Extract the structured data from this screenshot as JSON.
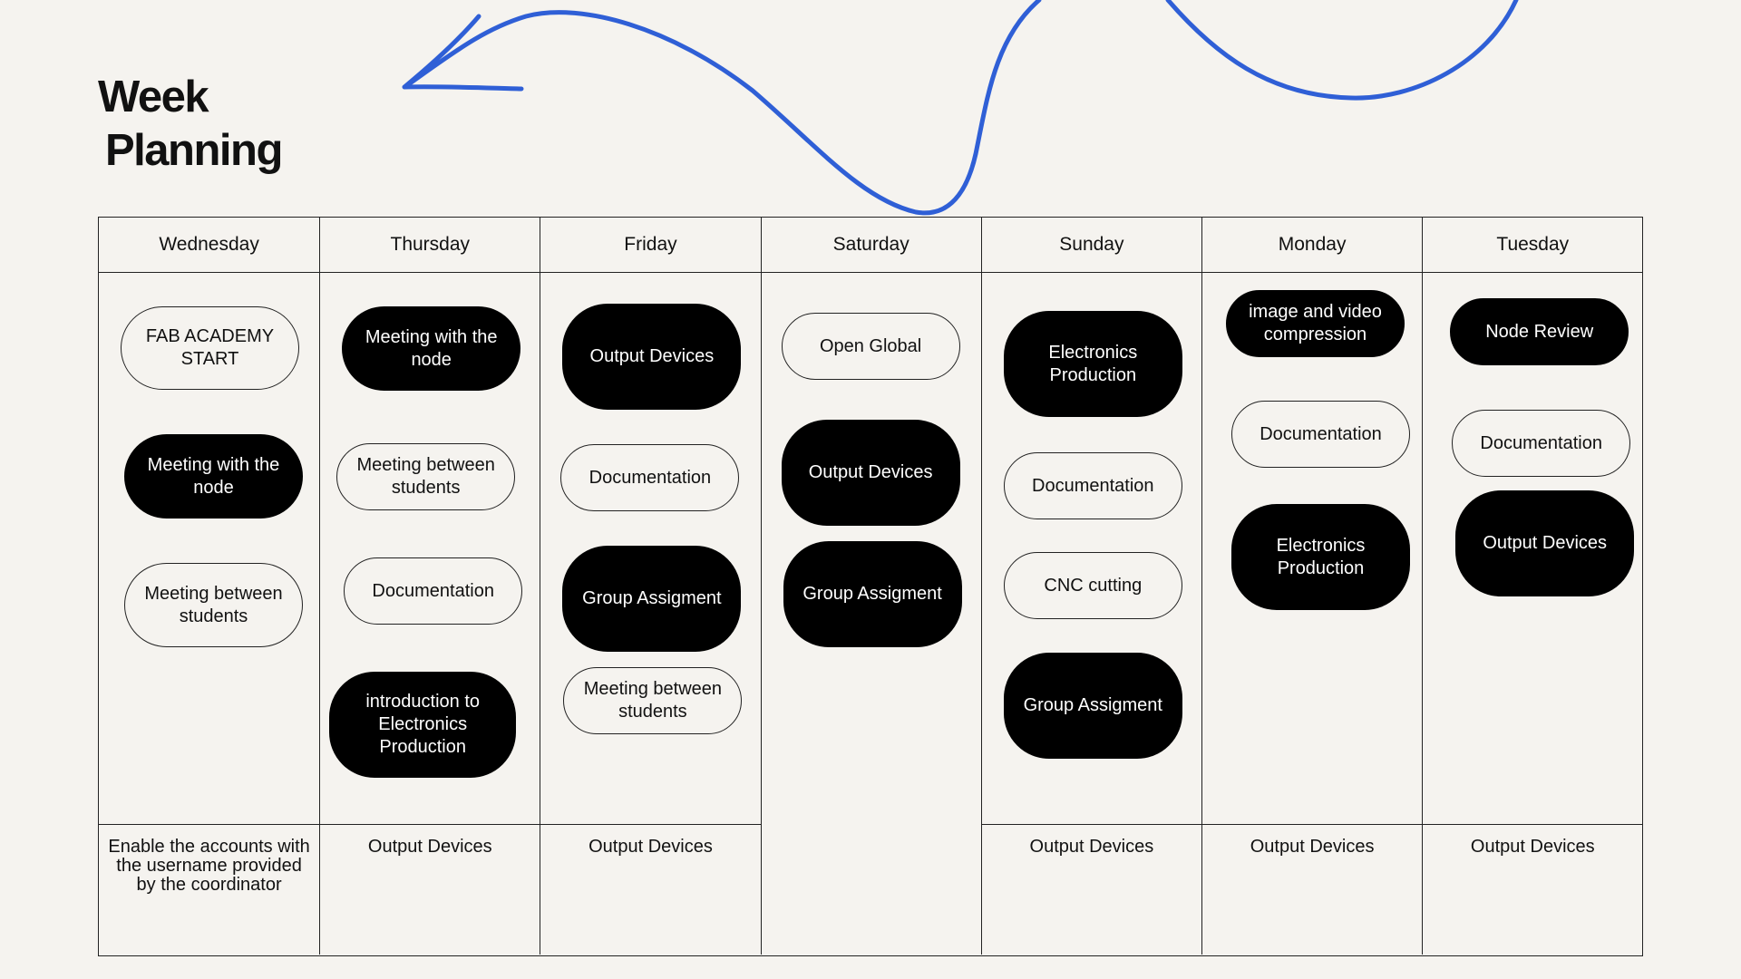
{
  "title": {
    "line1": "Week",
    "line2": "Planning"
  },
  "colors": {
    "accent_stroke": "#2f5fd6",
    "background": "#f5f3ef",
    "ink": "#000000"
  },
  "days": [
    {
      "name": "Wednesday",
      "footer": "Enable the accounts with the username provided by the coordinator",
      "tasks": [
        {
          "label": "FAB ACADEMY START",
          "style": "outline"
        },
        {
          "label": "Meeting with the node",
          "style": "filled"
        },
        {
          "label": "Meeting between students",
          "style": "outline"
        }
      ]
    },
    {
      "name": "Thursday",
      "footer": "Output Devices",
      "tasks": [
        {
          "label": "Meeting with the node",
          "style": "filled"
        },
        {
          "label": "Meeting between students",
          "style": "outline"
        },
        {
          "label": "Documentation",
          "style": "outline"
        },
        {
          "label": "introduction to Electronics Production",
          "style": "filled"
        }
      ]
    },
    {
      "name": "Friday",
      "footer": "Output Devices",
      "tasks": [
        {
          "label": "Output Devices",
          "style": "filled"
        },
        {
          "label": "Documentation",
          "style": "outline"
        },
        {
          "label": "Group Assigment",
          "style": "filled"
        },
        {
          "label": "Meeting between students",
          "style": "outline"
        }
      ]
    },
    {
      "name": "Saturday",
      "footer": "",
      "tasks": [
        {
          "label": "Open Global",
          "style": "outline"
        },
        {
          "label": "Output Devices",
          "style": "filled"
        },
        {
          "label": "Group Assigment",
          "style": "filled"
        }
      ]
    },
    {
      "name": "Sunday",
      "footer": "Output Devices",
      "tasks": [
        {
          "label": "Electronics Production",
          "style": "filled"
        },
        {
          "label": "Documentation",
          "style": "outline"
        },
        {
          "label": "CNC cutting",
          "style": "outline"
        },
        {
          "label": "Group Assigment",
          "style": "filled"
        }
      ]
    },
    {
      "name": "Monday",
      "footer": "Output Devices",
      "tasks": [
        {
          "label": "image and video compression",
          "style": "filled"
        },
        {
          "label": "Documentation",
          "style": "outline"
        },
        {
          "label": "Electronics Production",
          "style": "filled"
        }
      ]
    },
    {
      "name": "Tuesday",
      "footer": "Output Devices",
      "tasks": [
        {
          "label": "Node Review",
          "style": "filled"
        },
        {
          "label": "Documentation",
          "style": "outline"
        },
        {
          "label": "Output Devices",
          "style": "filled"
        }
      ]
    }
  ]
}
